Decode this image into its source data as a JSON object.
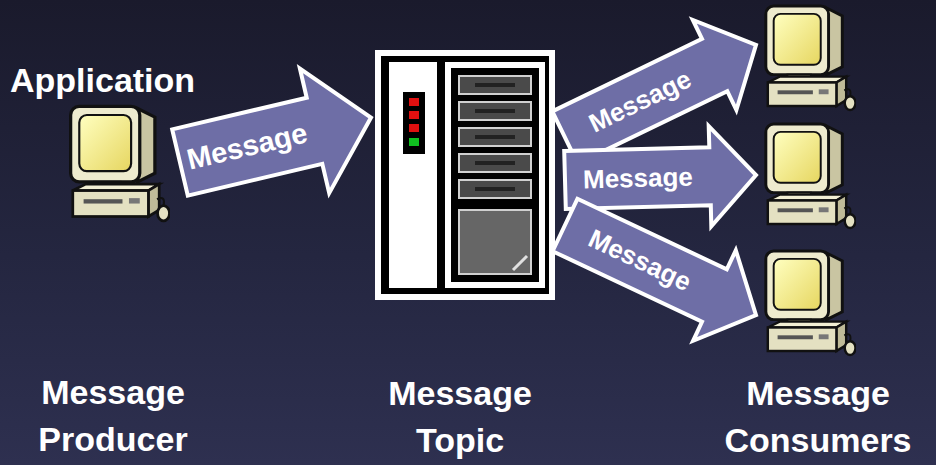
{
  "diagram": {
    "nodes": [
      {
        "text": [
          "Application",
          "Message Producer"
        ]
      },
      {
        "text": [
          "Message Topic"
        ]
      },
      {
        "text": []
      },
      {
        "text": []
      },
      {
        "text": []
      }
    ],
    "edges": [
      {
        "from": 0,
        "to": 1,
        "arrow": "to",
        "label": "Message"
      },
      {
        "from": 1,
        "to": 2,
        "arrow": "to",
        "label": "Message"
      },
      {
        "from": 1,
        "to": 3,
        "arrow": "to",
        "label": "Message"
      },
      {
        "from": 1,
        "to": 4,
        "arrow": "to",
        "label": "Message"
      }
    ],
    "labels": [
      "Message Consumers"
    ]
  }
}
